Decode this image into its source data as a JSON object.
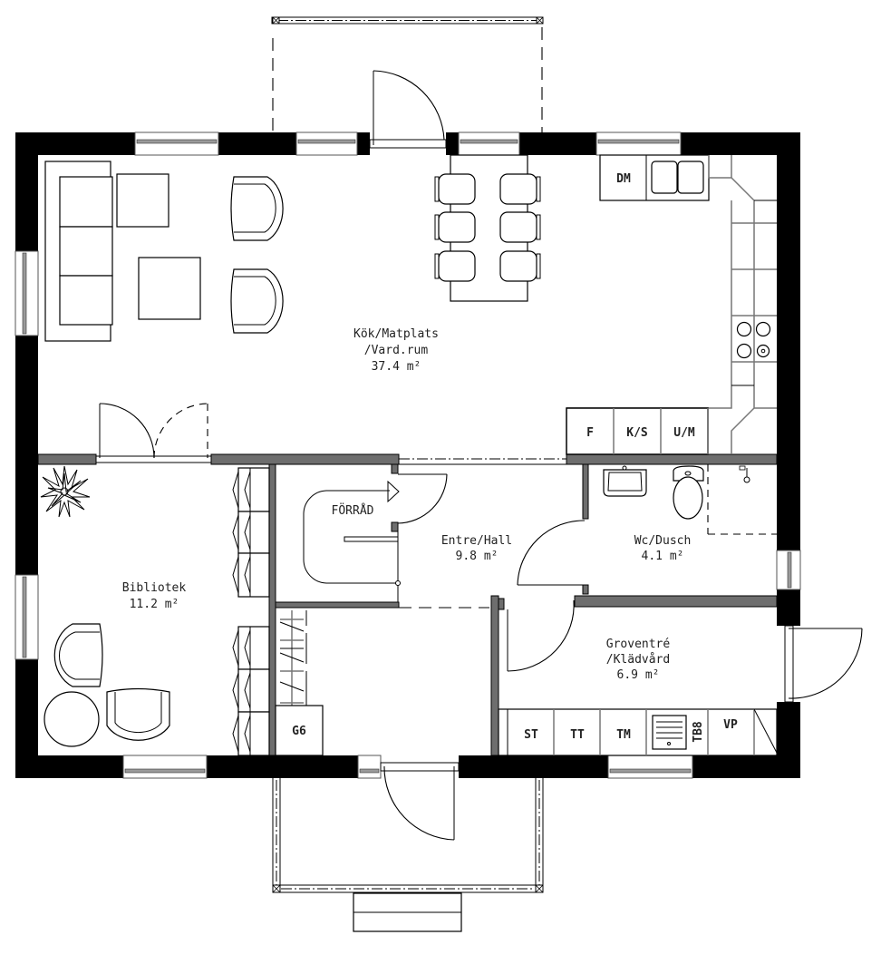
{
  "rooms": [
    {
      "id": "kitchen-living",
      "name_line1": "Kök/Matplats",
      "name_line2": "/Vard.rum",
      "area": "37.4 m²"
    },
    {
      "id": "bibliotek",
      "name_line1": "Bibliotek",
      "area": "11.2 m²"
    },
    {
      "id": "entre-hall",
      "name_line1": "Entre/Hall",
      "area": "9.8 m²"
    },
    {
      "id": "wc-dusch",
      "name_line1": "Wc/Dusch",
      "area": "4.1 m²"
    },
    {
      "id": "groventre",
      "name_line1": "Groventré",
      "name_line2": "/Klädvård",
      "area": "6.9 m²"
    },
    {
      "id": "forrad",
      "name_line1": "FÖRRÅD"
    }
  ],
  "kitchen_appliances": {
    "dishwasher": "DM",
    "fridge": "F",
    "fridge_freezer": "K/S",
    "oven_microwave": "U/M"
  },
  "laundry_appliances": {
    "sink": "ST",
    "dryer": "TT",
    "washer": "TM",
    "drying_cabinet": "TB8",
    "heat_pump": "VP"
  },
  "wardrobe": {
    "label": "G6"
  },
  "colors": {
    "wall": "#000000",
    "interior_wall": "#6e6e6e",
    "line": "#000000",
    "background": "#ffffff"
  }
}
